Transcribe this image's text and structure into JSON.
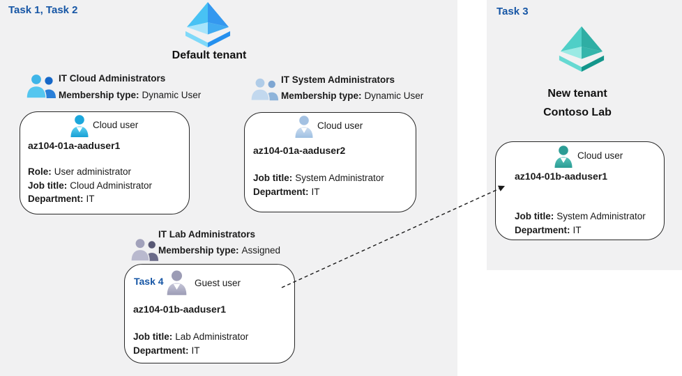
{
  "colors": {
    "task_label_blue": "#1656A5",
    "panel_bg": "#F1F1F2",
    "box_border": "#262626",
    "body_text": "#1A1A1A",
    "azure_tenant_blue": "#2F9FEF",
    "new_tenant_teal": "#2FAEA4",
    "cloud_user_cyan": "#1CA7DC",
    "cloud_user_steel_blue": "#A3C1E2",
    "cloud_user_teal": "#2B9C94",
    "guest_user_gray": "#9C9CB5"
  },
  "left_panel": {
    "task_label": "Task 1, Task 2",
    "tenant_title": "Default tenant",
    "group_cloud_admins": {
      "name": "IT Cloud Administrators",
      "membership_label": "Membership type:",
      "membership_value": "Dynamic User"
    },
    "group_system_admins": {
      "name": "IT System Administrators",
      "membership_label": "Membership type:",
      "membership_value": "Dynamic User"
    },
    "group_lab_admins": {
      "name": "IT Lab Administrators",
      "membership_label": "Membership type:",
      "membership_value": "Assigned"
    },
    "user_cloud1": {
      "type_label": "Cloud user",
      "name": "az104-01a-aaduser1",
      "role_label": "Role:",
      "role_value": "User administrator",
      "job_label": "Job title:",
      "job_value": "Cloud Administrator",
      "dept_label": "Department:",
      "dept_value": "IT"
    },
    "user_cloud2": {
      "type_label": "Cloud user",
      "name": "az104-01a-aaduser2",
      "job_label": "Job title:",
      "job_value": "System Administrator",
      "dept_label": "Department:",
      "dept_value": "IT"
    },
    "user_guest": {
      "task_label": "Task 4",
      "type_label": "Guest user",
      "name": "az104-01b-aaduser1",
      "job_label": "Job title:",
      "job_value": "Lab Administrator",
      "dept_label": "Department:",
      "dept_value": "IT"
    }
  },
  "right_panel": {
    "task_label": "Task 3",
    "tenant_title_line1": "New tenant",
    "tenant_title_line2": "Contoso Lab",
    "user_cloud": {
      "type_label": "Cloud user",
      "name": "az104-01b-aaduser1",
      "job_label": "Job title:",
      "job_value": "System Administrator",
      "dept_label": "Department:",
      "dept_value": "IT"
    }
  }
}
